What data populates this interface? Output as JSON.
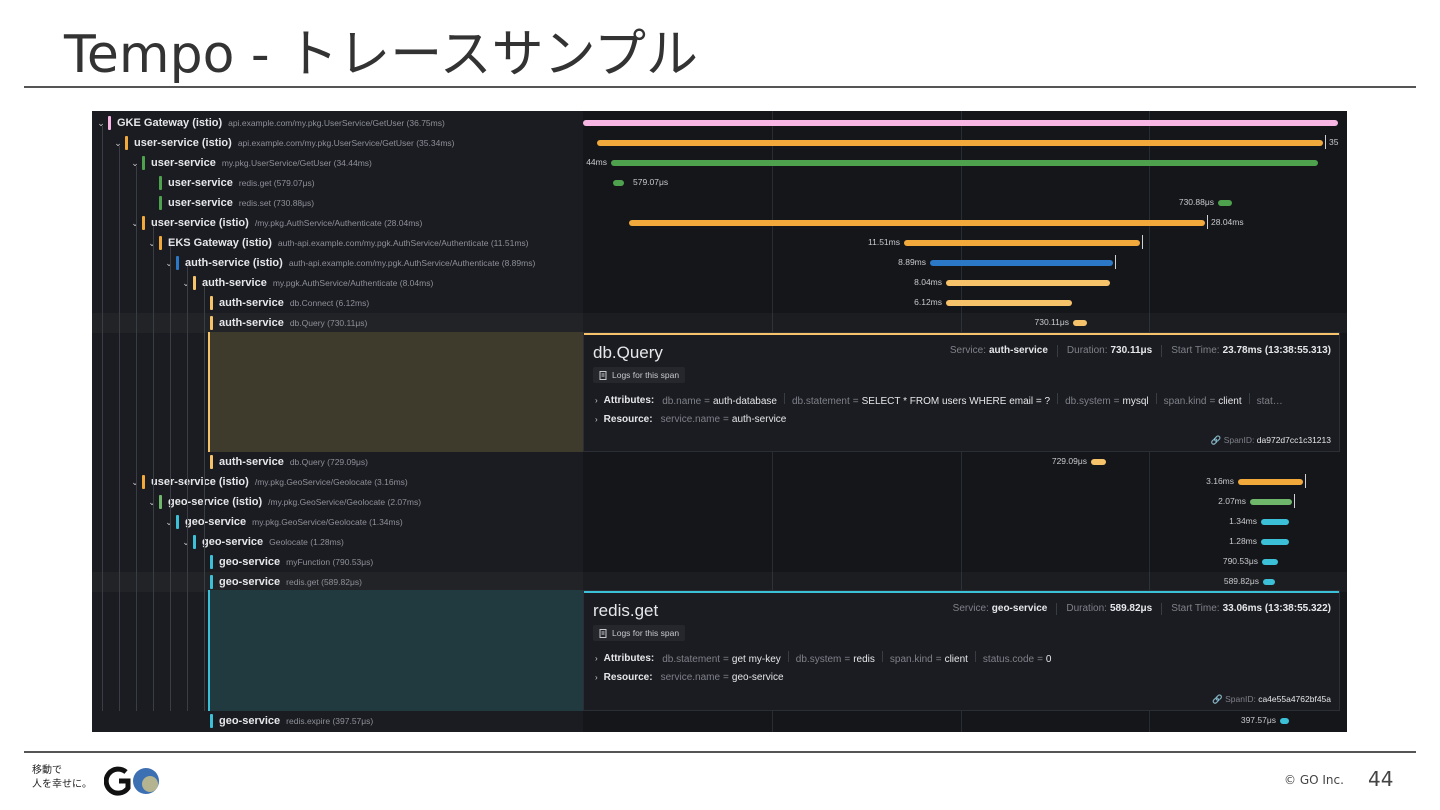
{
  "slide": {
    "title": "Tempo - トレースサンプル",
    "logo_text_line1": "移動で",
    "logo_text_line2": "人を幸せに。",
    "copyright": "© GO Inc.",
    "page_number": "44"
  },
  "trace": {
    "spans": [
      {
        "service": "GKE Gateway (istio)",
        "op": "api.example.com/my.pkg.UserService/GetUser (36.75ms)",
        "color": "#f7b6e4",
        "label": ""
      },
      {
        "service": "user-service (istio)",
        "op": "api.example.com/my.pkg.UserService/GetUser (35.34ms)",
        "color": "#f1a93b",
        "label": "35"
      },
      {
        "service": "user-service",
        "op": "my.pkg.UserService/GetUser (34.44ms)",
        "color": "#4ea24e",
        "label": "44ms"
      },
      {
        "service": "user-service",
        "op": "redis.get (579.07μs)",
        "color": "#4ea24e",
        "label": "579.07μs"
      },
      {
        "service": "user-service",
        "op": "redis.set (730.88μs)",
        "color": "#4ea24e",
        "label": "730.88μs"
      },
      {
        "service": "user-service (istio)",
        "op": "/my.pkg.AuthService/Authenticate (28.04ms)",
        "color": "#f1a93b",
        "label": "28.04ms"
      },
      {
        "service": "EKS Gateway (istio)",
        "op": "auth-api.example.com/my.pgk.AuthService/Authenticate (11.51ms)",
        "color": "#f1a93b",
        "label": "11.51ms"
      },
      {
        "service": "auth-service (istio)",
        "op": "auth-api.example.com/my.pgk.AuthService/Authenticate (8.89ms)",
        "color": "#2a78c6",
        "label": "8.89ms"
      },
      {
        "service": "auth-service",
        "op": "my.pgk.AuthService/Authenticate (8.04ms)",
        "color": "#f7c36a",
        "label": "8.04ms"
      },
      {
        "service": "auth-service",
        "op": "db.Connect (6.12ms)",
        "color": "#f7c36a",
        "label": "6.12ms"
      },
      {
        "service": "auth-service",
        "op": "db.Query (730.11μs)",
        "color": "#f7c36a",
        "label": "730.11μs"
      },
      {
        "service": "auth-service",
        "op": "db.Query (729.09μs)",
        "color": "#f7c36a",
        "label": "729.09μs"
      },
      {
        "service": "user-service (istio)",
        "op": "/my.pkg.GeoService/Geolocate (3.16ms)",
        "color": "#f1a93b",
        "label": "3.16ms"
      },
      {
        "service": "geo-service (istio)",
        "op": "/my.pkg.GeoService/Geolocate (2.07ms)",
        "color": "#6fb86b",
        "label": "2.07ms"
      },
      {
        "service": "geo-service",
        "op": "my.pkg.GeoService/Geolocate (1.34ms)",
        "color": "#3bc0d8",
        "label": "1.34ms"
      },
      {
        "service": "geo-service",
        "op": "Geolocate (1.28ms)",
        "color": "#3bc0d8",
        "label": "1.28ms"
      },
      {
        "service": "geo-service",
        "op": "myFunction (790.53μs)",
        "color": "#3bc0d8",
        "label": "790.53μs"
      },
      {
        "service": "geo-service",
        "op": "redis.get (589.82μs)",
        "color": "#3bc0d8",
        "label": "589.82μs"
      },
      {
        "service": "geo-service",
        "op": "redis.expire (397.57μs)",
        "color": "#3bc0d8",
        "label": "397.57μs"
      }
    ],
    "detail_dbquery": {
      "title": "db.Query",
      "service_key": "Service:",
      "service_val": "auth-service",
      "duration_key": "Duration:",
      "duration_val": "730.11μs",
      "start_key": "Start Time:",
      "start_val": "23.78ms (13:38:55.313)",
      "logs_label": "Logs for this span",
      "attributes_label": "Attributes:",
      "attrs": [
        {
          "k": "db.name",
          "v": "auth-database"
        },
        {
          "k": "db.statement",
          "v": "SELECT * FROM users WHERE email = ?"
        },
        {
          "k": "db.system",
          "v": "mysql"
        },
        {
          "k": "span.kind",
          "v": "client"
        },
        {
          "k": "stat…",
          "v": ""
        }
      ],
      "resource_label": "Resource:",
      "resource": {
        "k": "service.name",
        "v": "auth-service"
      },
      "spanid_key": "SpanID:",
      "spanid_val": "da972d7cc1c31213",
      "accent": "#f7c36a"
    },
    "detail_redisget": {
      "title": "redis.get",
      "service_key": "Service:",
      "service_val": "geo-service",
      "duration_key": "Duration:",
      "duration_val": "589.82μs",
      "start_key": "Start Time:",
      "start_val": "33.06ms (13:38:55.322)",
      "logs_label": "Logs for this span",
      "attributes_label": "Attributes:",
      "attrs": [
        {
          "k": "db.statement",
          "v": "get my-key"
        },
        {
          "k": "db.system",
          "v": "redis"
        },
        {
          "k": "span.kind",
          "v": "client"
        },
        {
          "k": "status.code",
          "v": "0"
        }
      ],
      "resource_label": "Resource:",
      "resource": {
        "k": "service.name",
        "v": "geo-service"
      },
      "spanid_key": "SpanID:",
      "spanid_val": "ca4e55a4762bf45a",
      "accent": "#3bc0d8"
    }
  }
}
